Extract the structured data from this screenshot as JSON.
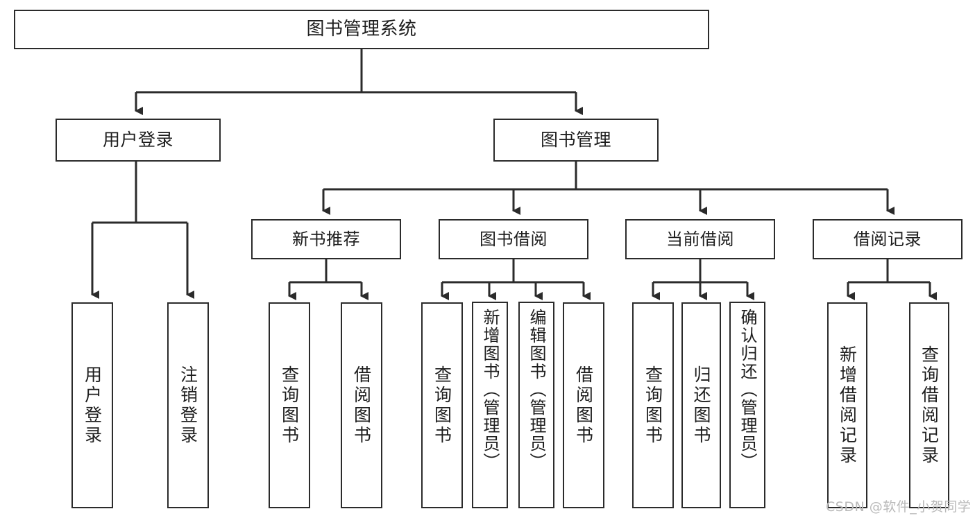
{
  "diagram": {
    "type": "tree",
    "title": "图书管理系统",
    "watermark": "CSDN @软件_小贺同学",
    "line_color": "#2b2b2b",
    "box_fill": "#ffffff",
    "text_color": "#1d1d1d",
    "nodes": {
      "root": {
        "label": "图书管理系统"
      },
      "level2": [
        {
          "id": "user-login",
          "label": "用户登录"
        },
        {
          "id": "book-manage",
          "label": "图书管理"
        }
      ],
      "level3": [
        {
          "id": "new-book-recommend",
          "label": "新书推荐"
        },
        {
          "id": "book-borrow",
          "label": "图书借阅"
        },
        {
          "id": "current-borrow",
          "label": "当前借阅"
        },
        {
          "id": "borrow-record",
          "label": "借阅记录"
        }
      ],
      "leaves": [
        {
          "id": "leaf-user-login",
          "label": "用户登录",
          "parent": "user-login"
        },
        {
          "id": "leaf-logout-login",
          "label": "注销登录",
          "parent": "user-login"
        },
        {
          "id": "leaf-query-book-1",
          "label": "查询图书",
          "parent": "new-book-recommend"
        },
        {
          "id": "leaf-borrow-book-1",
          "label": "借阅图书",
          "parent": "new-book-recommend"
        },
        {
          "id": "leaf-query-book-2",
          "label": "查询图书",
          "parent": "book-borrow"
        },
        {
          "id": "leaf-add-book",
          "label": "新增图书（管理员）",
          "parent": "book-borrow"
        },
        {
          "id": "leaf-edit-book",
          "label": "编辑图书（管理员）",
          "parent": "book-borrow"
        },
        {
          "id": "leaf-borrow-book-2",
          "label": "借阅图书",
          "parent": "book-borrow"
        },
        {
          "id": "leaf-query-book-3",
          "label": "查询图书",
          "parent": "current-borrow"
        },
        {
          "id": "leaf-return-book",
          "label": "归还图书",
          "parent": "current-borrow"
        },
        {
          "id": "leaf-confirm-return",
          "label": "确认归还（管理员）",
          "parent": "current-borrow"
        },
        {
          "id": "leaf-add-record",
          "label": "新增借阅记录",
          "parent": "borrow-record"
        },
        {
          "id": "leaf-query-record",
          "label": "查询借阅记录",
          "parent": "borrow-record"
        }
      ]
    }
  }
}
